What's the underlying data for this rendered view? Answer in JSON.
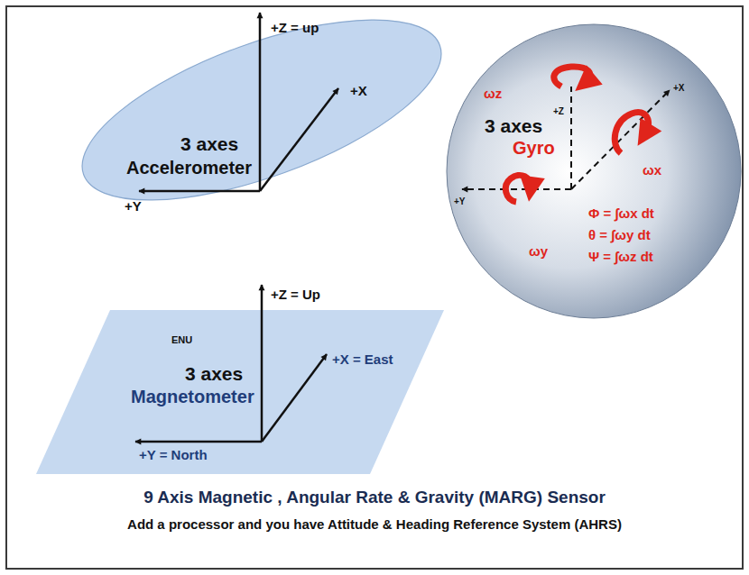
{
  "diagram": {
    "title": "9 Axis Magnetic , Angular Rate & Gravity (MARG) Sensor",
    "caption": "Add a processor and you have Attitude & Heading Reference System (AHRS)",
    "nodes": [
      {
        "text": [
          "3 axes",
          "Accelerometer"
        ]
      },
      {
        "text": [
          "3 axes",
          "Gyro"
        ]
      },
      {
        "text": [
          "3 axes",
          "Magnetometer"
        ]
      }
    ],
    "labels": [
      "+Z = up",
      "+X",
      "+Y",
      "ωz",
      "+Z",
      "+X",
      "ωx",
      "+Y",
      "ωy",
      "Φ = ∫ωx dt",
      "θ = ∫ωy dt",
      "Ψ = ∫ωz dt",
      "ENU",
      "+Z = Up",
      "+X = East",
      "+Y = North"
    ]
  }
}
